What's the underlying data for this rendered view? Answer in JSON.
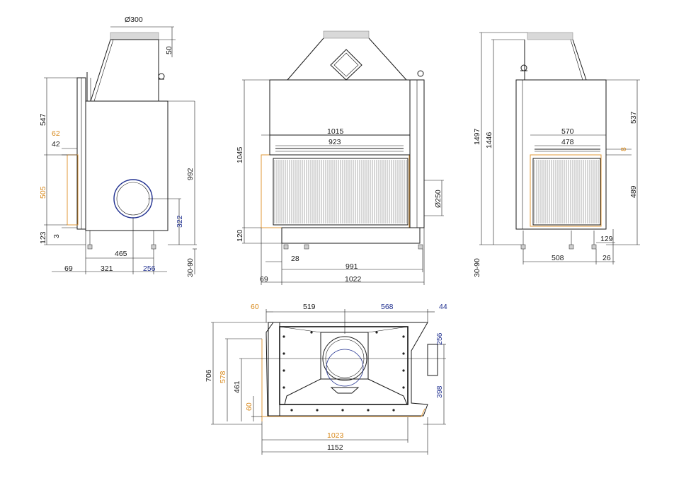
{
  "colors": {
    "line": "#1a1a1a",
    "accent_orange": "#d88a1e",
    "accent_blue": "#1f2f8f",
    "glass_hatch": "#8a8a8a"
  },
  "side_view_left": {
    "d_flue": "Ø300",
    "d_50": "50",
    "d_547": "547",
    "d_62": "62",
    "d_42": "42",
    "d_505": "505",
    "d_992": "992",
    "d_322": "322",
    "d_123": "123",
    "d_3": "3",
    "d_465": "465",
    "d_69": "69",
    "d_321": "321",
    "d_256": "256",
    "d_3090": "30-90"
  },
  "front_view": {
    "d_1015": "1015",
    "d_923": "923",
    "d_1045": "1045",
    "d_250": "Ø250",
    "d_120": "120",
    "d_28": "28",
    "d_991": "991",
    "d_69": "69",
    "d_1022": "1022"
  },
  "side_view_right": {
    "d_1497": "1497",
    "d_1446": "1446",
    "d_537": "537",
    "d_570": "570",
    "d_478": "478",
    "d_8": "8",
    "d_489": "489",
    "d_129": "129",
    "d_508": "508",
    "d_26": "26",
    "d_3090": "30-90"
  },
  "top_view": {
    "d_60a": "60",
    "d_519": "519",
    "d_568": "568",
    "d_44": "44",
    "d_706": "706",
    "d_578": "578",
    "d_461": "461",
    "d_60b": "60",
    "d_256": "256",
    "d_398": "398",
    "d_1023": "1023",
    "d_1152": "1152"
  }
}
